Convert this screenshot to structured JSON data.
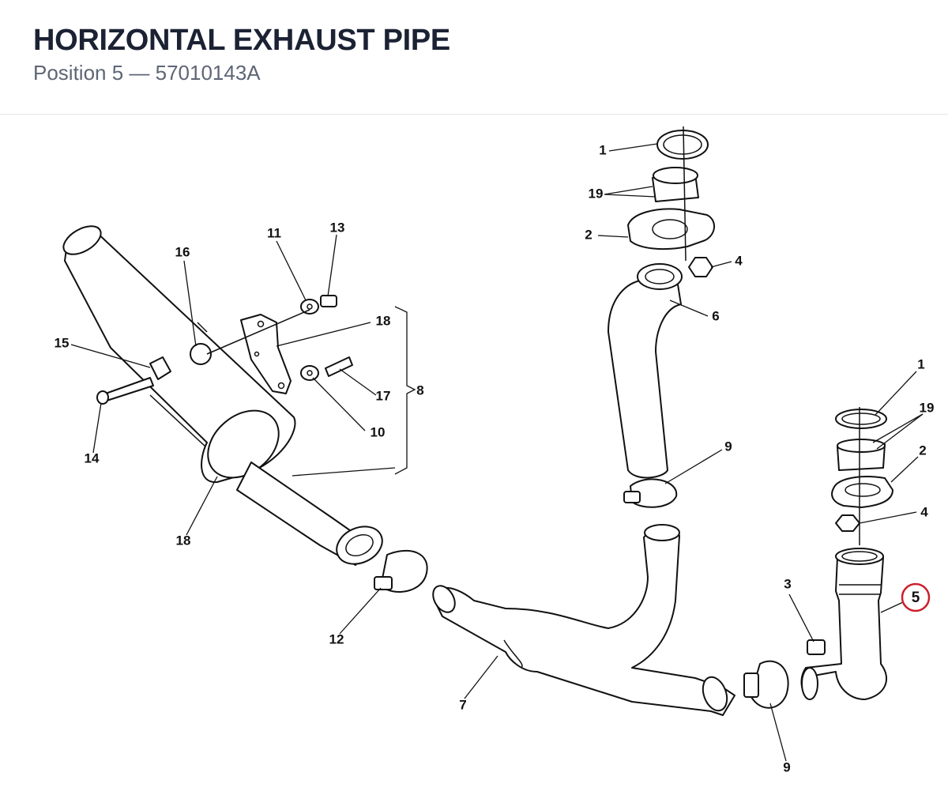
{
  "header": {
    "title": "HORIZONTAL EXHAUST PIPE",
    "subtitle": "Position 5 — 57010143A"
  },
  "callouts": {
    "c1_top": "1",
    "c19_top": "19",
    "c2_top": "2",
    "c4_top": "4",
    "c6": "6",
    "c9_mid": "9",
    "c11": "11",
    "c13": "13",
    "c16": "16",
    "c18_top": "18",
    "c15": "15",
    "c17": "17",
    "c8": "8",
    "c10": "10",
    "c14": "14",
    "c18_bottom": "18",
    "c12": "12",
    "c7": "7",
    "c1_right": "1",
    "c19_right": "19",
    "c2_right": "2",
    "c4_right": "4",
    "c3": "3",
    "c5": "5",
    "c9_bottom": "9"
  },
  "highlight": {
    "callout": "5",
    "color": "#cc1f2b"
  }
}
